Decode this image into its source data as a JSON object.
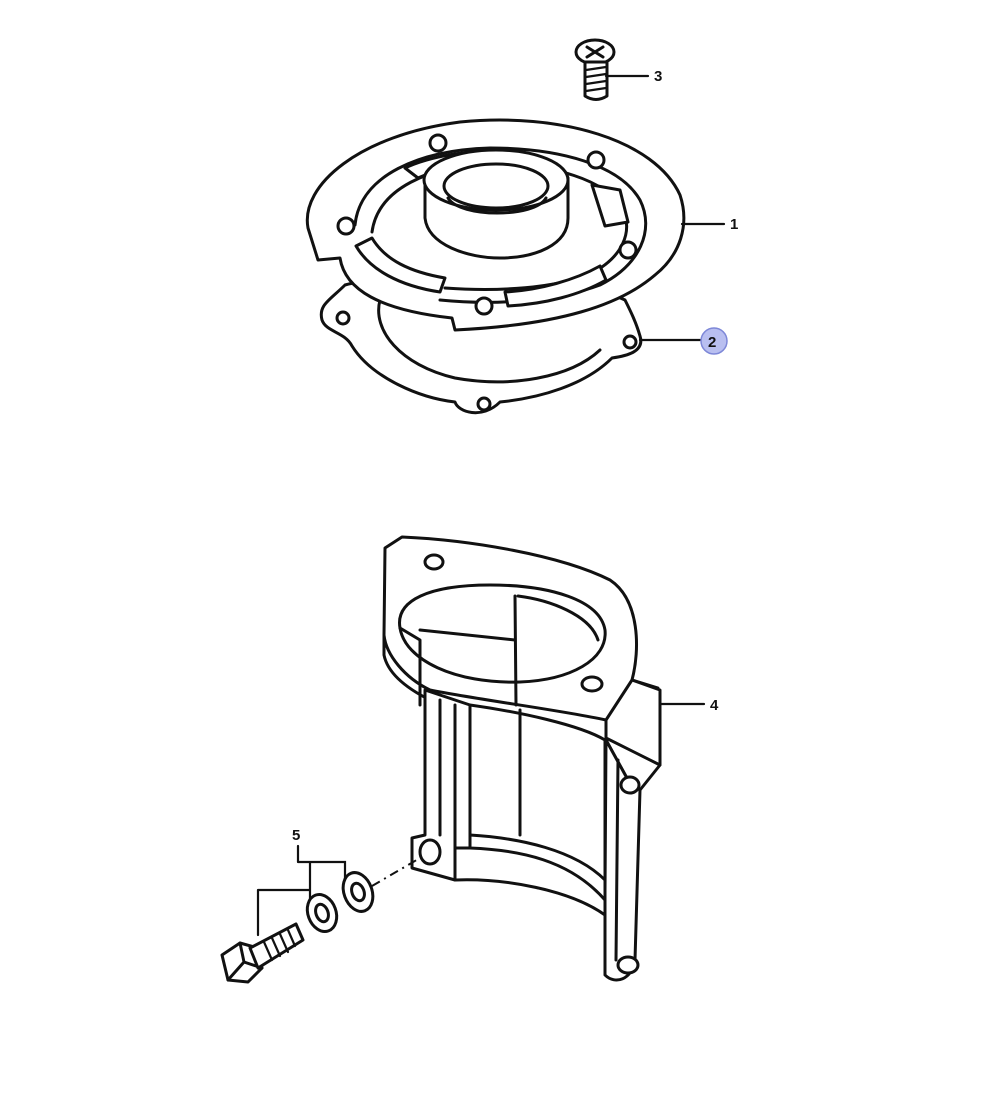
{
  "diagram": {
    "callouts": [
      {
        "id": "1",
        "label": "1",
        "highlighted": false
      },
      {
        "id": "2",
        "label": "2",
        "highlighted": true
      },
      {
        "id": "3",
        "label": "3",
        "highlighted": false
      },
      {
        "id": "4",
        "label": "4",
        "highlighted": false
      },
      {
        "id": "5",
        "label": "5",
        "highlighted": false
      }
    ],
    "highlight_color": "#b9bff0",
    "highlight_stroke": "#7e88d8",
    "line_color": "#111111"
  }
}
